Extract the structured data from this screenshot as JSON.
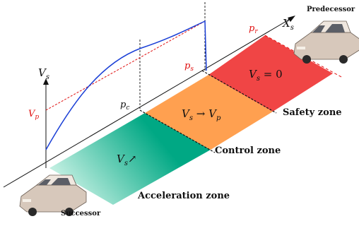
{
  "labels": {
    "predecessor": "Predecessor",
    "successor": "Successor",
    "safety_zone": "Safety zone",
    "control_zone": "Control zone",
    "acceleration_zone": "Acceleration zone",
    "axis_y_main": "V",
    "axis_y_sub": "s",
    "axis_x_main": "X",
    "axis_x_sub": "s",
    "vp_main": "V",
    "vp_sub": "p",
    "pc_main": "p",
    "pc_sub": "c",
    "ps_main": "p",
    "ps_sub": "s",
    "pr_main": "p",
    "pr_sub": "r",
    "zone_safety_main": "V",
    "zone_safety_sub": "s",
    "zone_safety_rest": " = 0",
    "zone_control_main": "V",
    "zone_control_sub": "s",
    "zone_control_arrow": " → ",
    "zone_control_target": "V",
    "zone_control_target_sub": "p",
    "zone_accel_main": "V",
    "zone_accel_sub": "s",
    "zone_accel_arrow": "↗"
  },
  "colors": {
    "safety": "#f04545",
    "control": "#ffa050",
    "acceleration": "#00a884",
    "curve": "#1a3fd6",
    "reference": "#e01010",
    "car_body": "#d7c8bb",
    "car_roof": "#efe7df"
  }
}
